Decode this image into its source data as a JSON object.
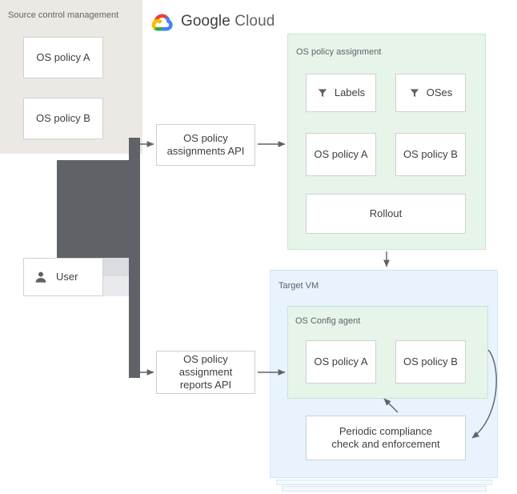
{
  "brand": {
    "name": "Google Cloud",
    "name_first": "Google",
    "name_second": "Cloud",
    "colors": {
      "red": "#ea4335",
      "blue": "#4285f4",
      "yellow": "#fbbc04",
      "green": "#34a853",
      "text": "#5f6368"
    }
  },
  "regions": {
    "source_control": {
      "label": "Source control management",
      "background": "#ece9e4"
    },
    "os_policy_assignment": {
      "label": "OS policy assignment",
      "background": "#e6f4ea"
    },
    "target_vm": {
      "label": "Target VM",
      "background": "#e8f3fe"
    },
    "os_config_agent": {
      "label": "OS Config agent",
      "background": "#e6f4ea"
    }
  },
  "boxes": {
    "scm_policy_a": "OS policy A",
    "scm_policy_b": "OS policy B",
    "user": "User",
    "api_assignments": "OS policy\nassignments API",
    "api_assignments_line1": "OS policy",
    "api_assignments_line2": "assignments API",
    "api_reports_line1": "OS policy",
    "api_reports_line2": "assignment",
    "api_reports_line3": "reports API",
    "labels": "Labels",
    "oses": "OSes",
    "assign_policy_a": "OS policy A",
    "assign_policy_b": "OS policy B",
    "rollout": "Rollout",
    "agent_policy_a": "OS policy A",
    "agent_policy_b": "OS policy B",
    "periodic_line1": "Periodic compliance",
    "periodic_line2": "check and enforcement"
  },
  "icons": {
    "labels_filter": "filter-icon",
    "oses_filter": "filter-icon",
    "user": "person-icon"
  },
  "palette": {
    "box_border": "#d0d0d0",
    "box_fill": "#ffffff",
    "text": "#3c4043",
    "muted_text": "#5f6368",
    "connector_grey": "#5f6368",
    "arrow": "#5f6368"
  }
}
